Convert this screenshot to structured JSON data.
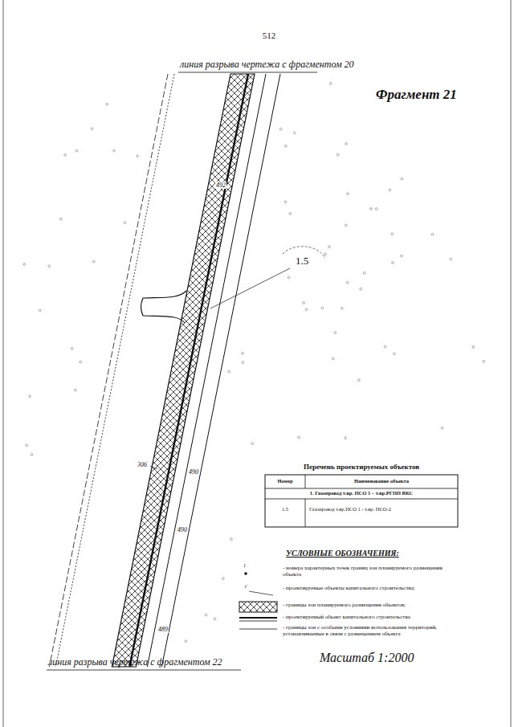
{
  "diagram": {
    "title": "Фрагмент 21",
    "labels": [
      "512",
      "линия разрыва чертежа с фрагментом 20",
      "492",
      "1.5",
      "306",
      "490",
      "490",
      "489",
      "Перечень проектируемых объектов",
      "Номер",
      "Наименование объекта",
      "1. Газопровод т.вр. ПСО 1 – т.вр.РГПП ВКС",
      "1.5",
      "Газопровод т.вр.ПСО 1 - т.вр. ПСО-2",
      "УСЛОВНЫЕ ОБОЗНАЧЕНИЯ:",
      "1",
      "1'",
      "Масштаб 1:2000",
      "линия разрыва чертежа с фрагментом 22"
    ],
    "legend": [
      {
        "text": "- номера характерных точек границ зон планируемого размещения объекта"
      },
      {
        "text": "- проектируемые объекты капитального строительства;"
      },
      {
        "text": "- границы зон планируемого размещения объектов;"
      },
      {
        "text": "- проектируемый объект капитального строительства"
      },
      {
        "text": "- границы зон с особыми условиями использования территорий, устанавливаемые в связи с размещением объекта"
      }
    ]
  }
}
